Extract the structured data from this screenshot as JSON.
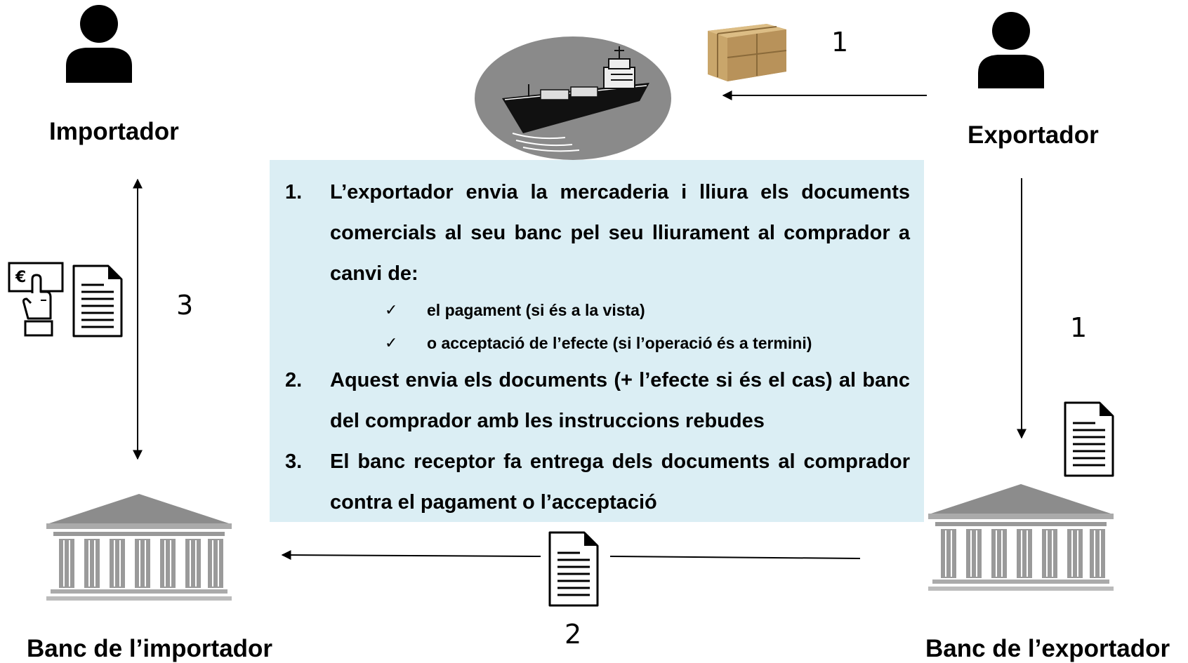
{
  "actors": {
    "importer": "Importador",
    "exporter": "Exportador",
    "importer_bank": "Banc de l’importador",
    "exporter_bank": "Banc de l’exportador"
  },
  "flow_numbers": {
    "exporter_to_ship": "1",
    "exporter_to_bank": "1",
    "bank_to_bank": "2",
    "importer_bank_to_importer": "3"
  },
  "steps": [
    {
      "number": "1.",
      "text": "L’exportador envia la mercaderia i lliura els documents comercials al seu banc pel seu lliurament al comprador a canvi de:",
      "subitems": [
        "el pagament (si és a la vista)",
        "o acceptació de l’efecte (si l’operació és a termini)"
      ]
    },
    {
      "number": "2.",
      "text": "Aquest envia els documents (+ l’efecte si és el cas) al banc del comprador amb les instruccions rebudes",
      "subitems": []
    },
    {
      "number": "3.",
      "text": "El banc receptor fa entrega dels documents al comprador contra el pagament o l’acceptació",
      "subitems": []
    }
  ],
  "check_mark": "✓",
  "euro_symbol": "€",
  "colors": {
    "textbox_background": "#dbeef4",
    "bank_gray": "#8c8c8c",
    "package_brown": "#c9a66b",
    "ship_background": "#8a8a8a"
  }
}
